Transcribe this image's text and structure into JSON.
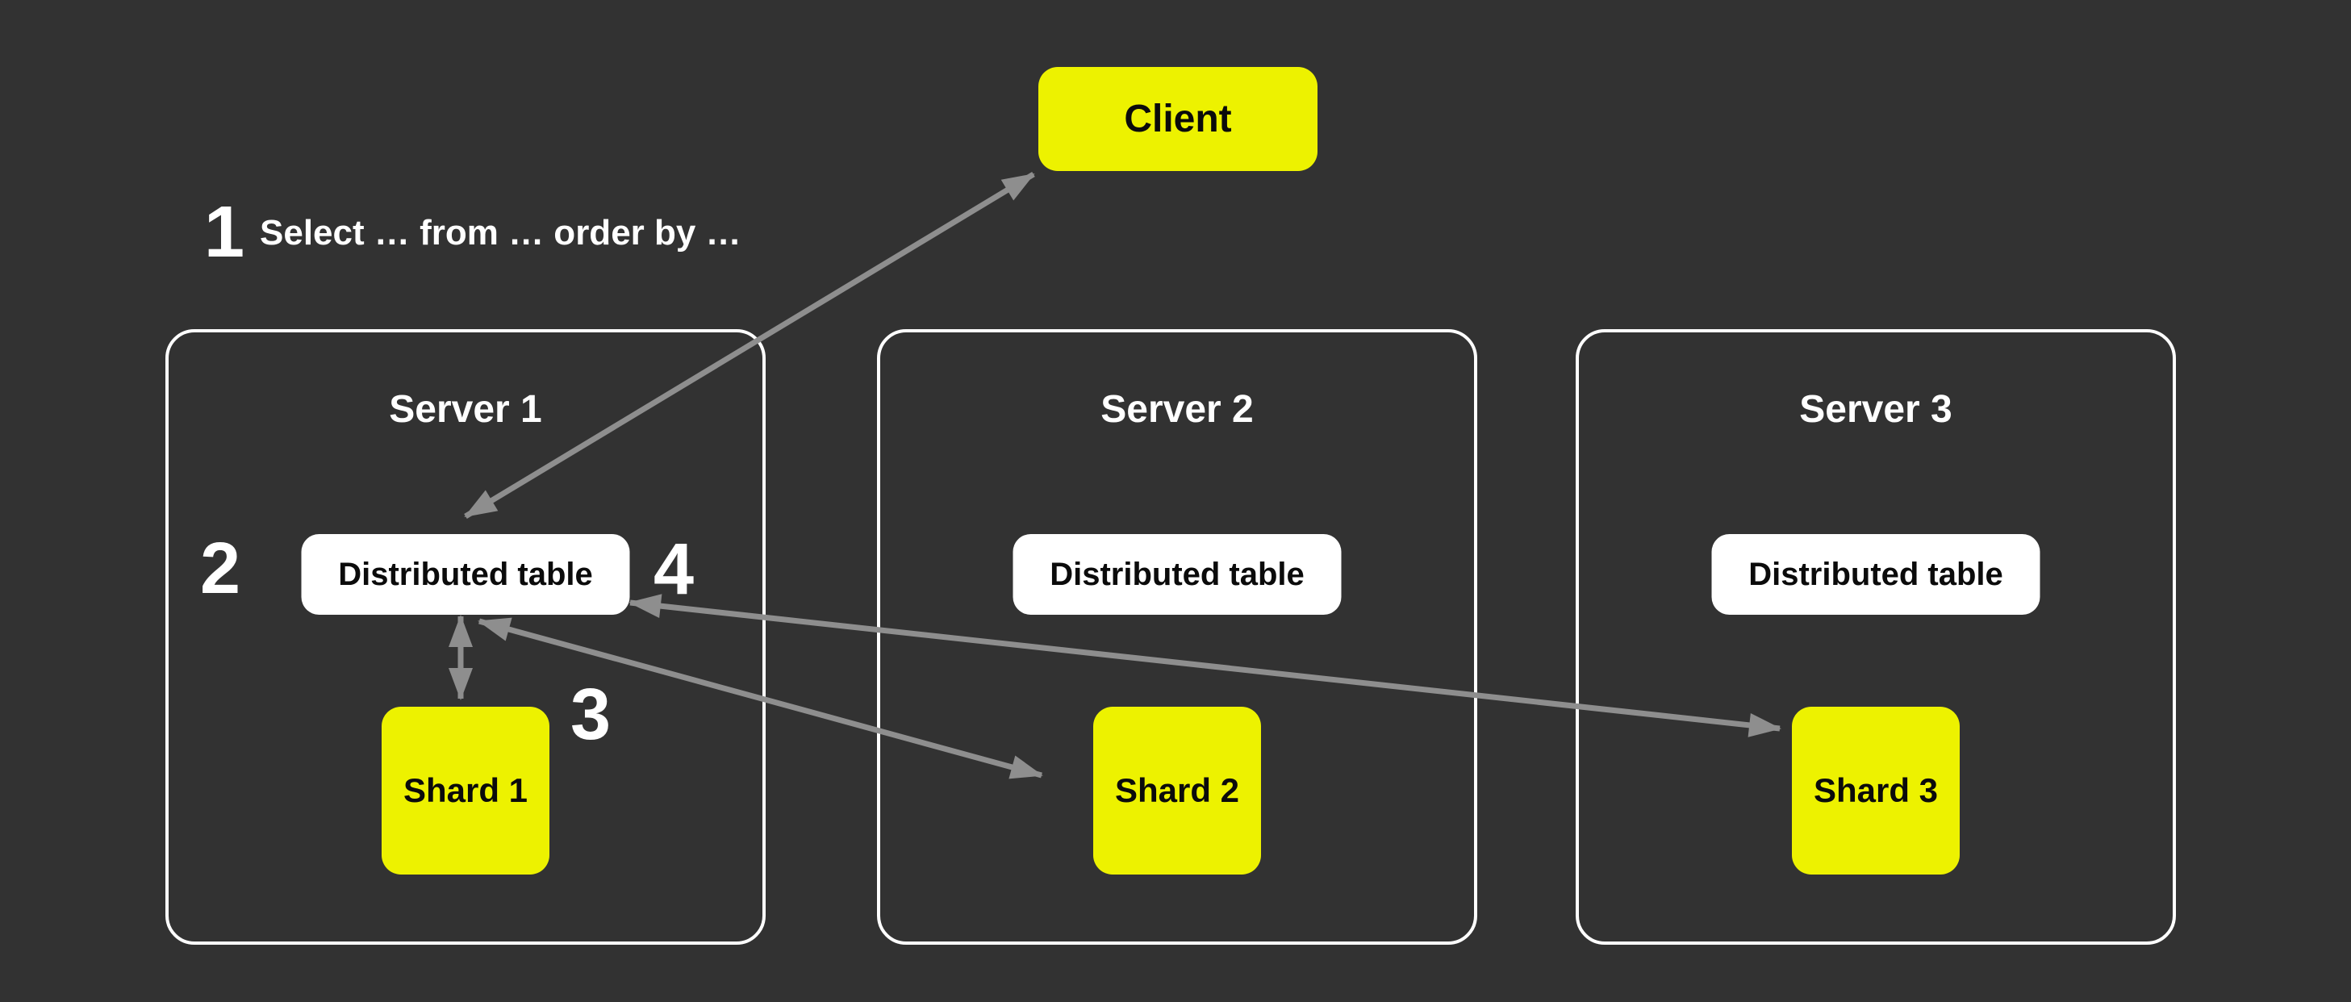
{
  "colors": {
    "background": "#323232",
    "yellow": "#EDF200",
    "white": "#FFFFFF",
    "arrow": "#8E8E8E",
    "ink": "#0B0B0B",
    "light": "#FFFFFF"
  },
  "client": {
    "label": "Client"
  },
  "annotation": {
    "step1_number": "1",
    "step1_text": "Select … from … order by …",
    "step2_number": "2",
    "step3_number": "3",
    "step4_number": "4"
  },
  "servers": [
    {
      "title": "Server 1",
      "table": "Distributed table",
      "shard": "Shard 1"
    },
    {
      "title": "Server 2",
      "table": "Distributed table",
      "shard": "Shard 2"
    },
    {
      "title": "Server 3",
      "table": "Distributed table",
      "shard": "Shard 3"
    }
  ],
  "connections": [
    {
      "from": "server1-distributed-table",
      "to": "client",
      "bidirectional": true
    },
    {
      "from": "server1-distributed-table",
      "to": "shard-1",
      "bidirectional": true
    },
    {
      "from": "server1-distributed-table",
      "to": "shard-2",
      "bidirectional": true
    },
    {
      "from": "server1-distributed-table",
      "to": "shard-3",
      "bidirectional": true
    }
  ]
}
